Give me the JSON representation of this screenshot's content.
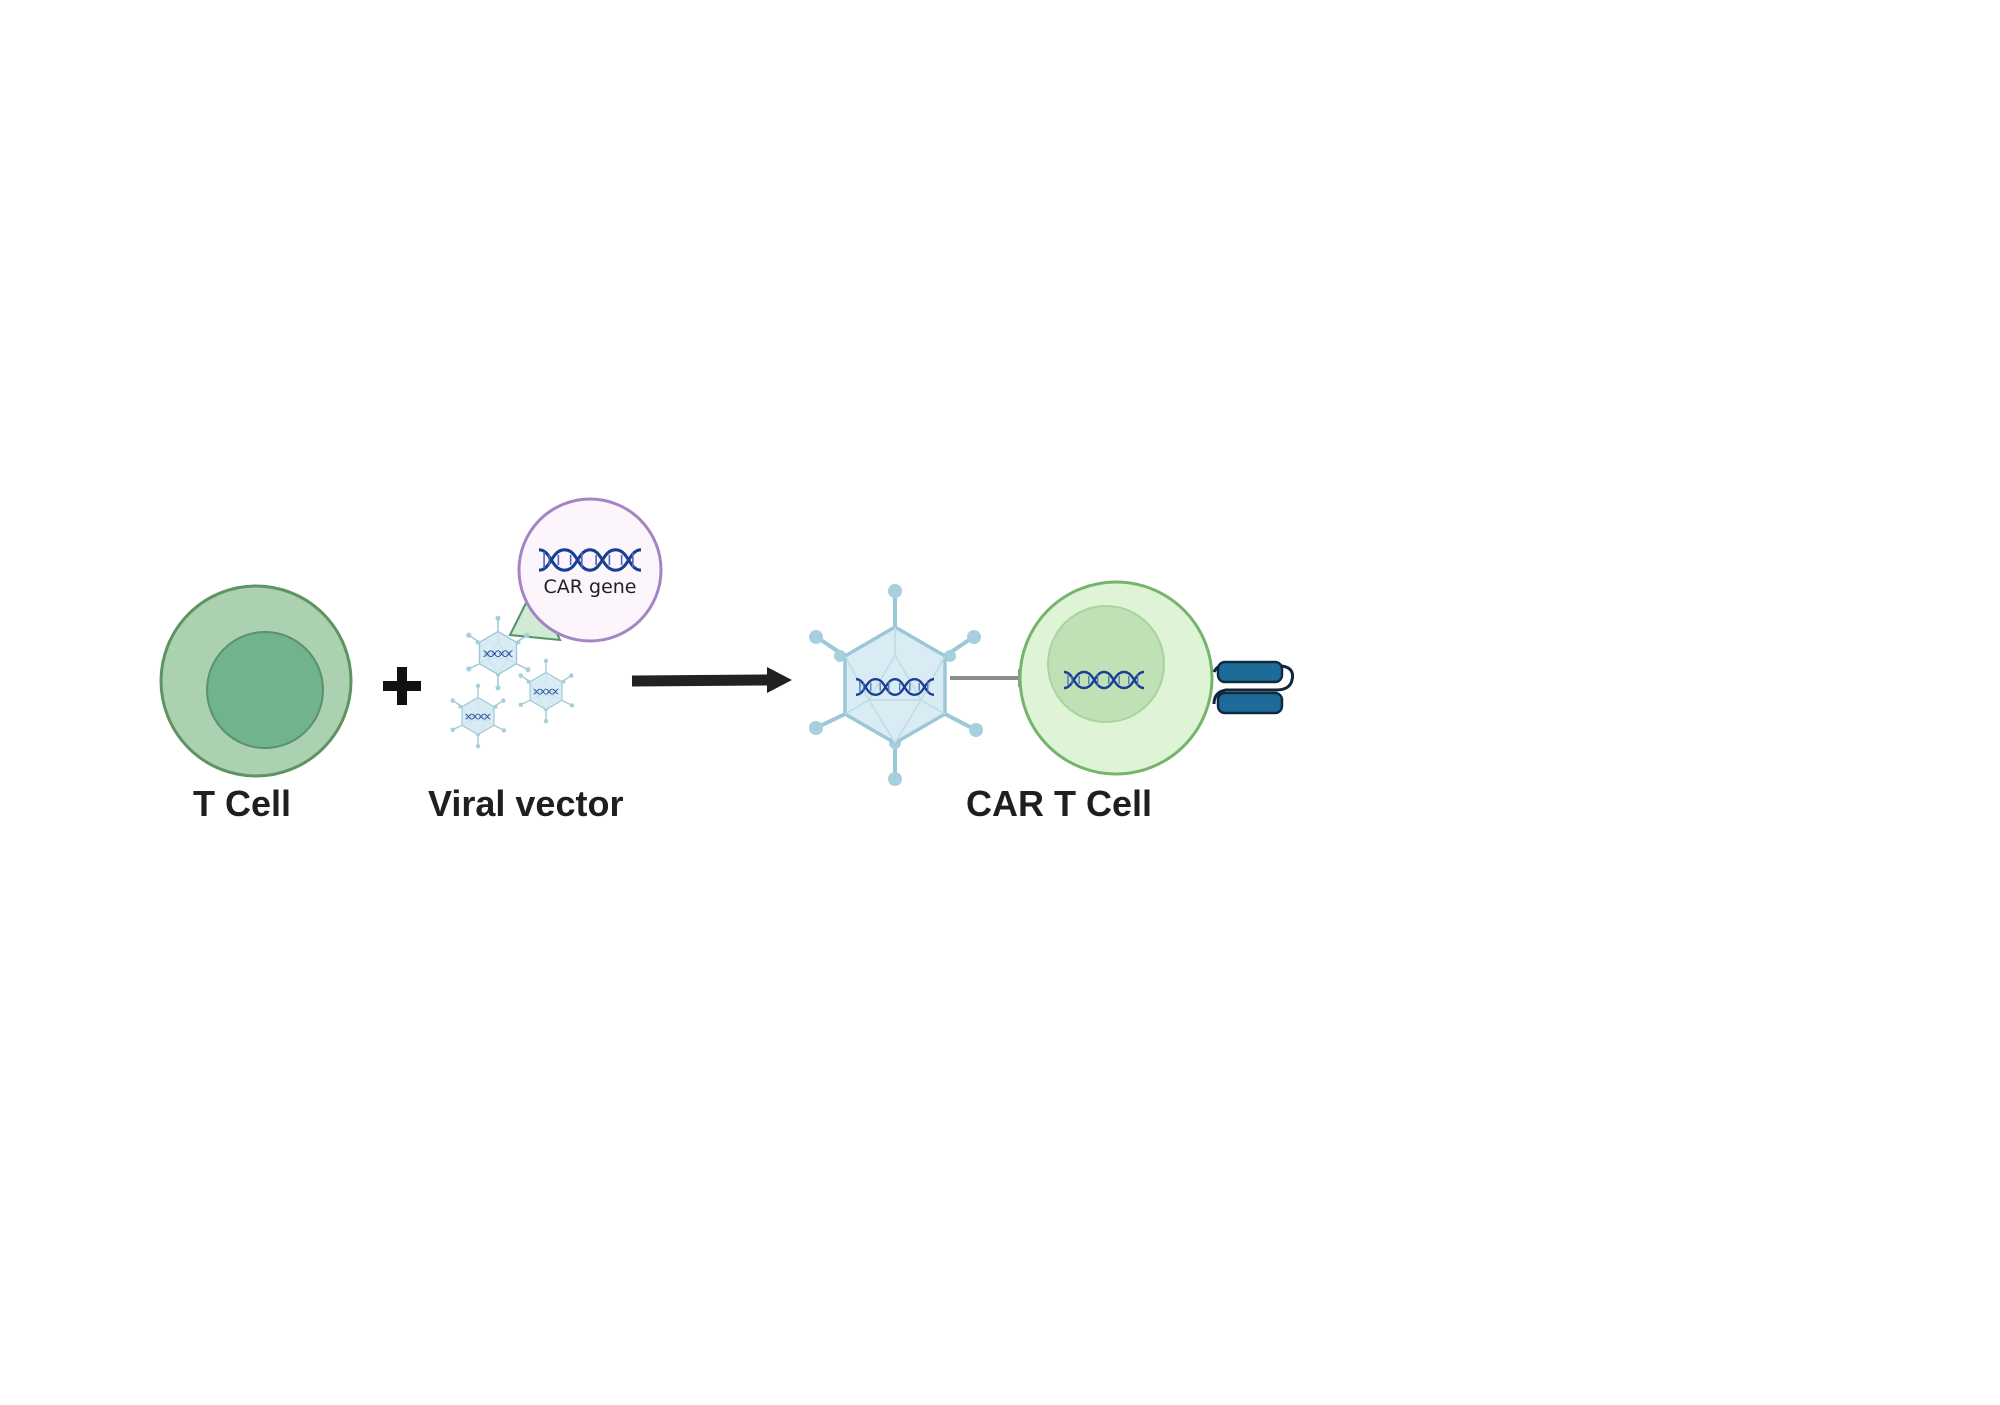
{
  "labels": {
    "t_cell": "T Cell",
    "viral_vector": "Viral vector",
    "car_t_cell": "CAR T Cell",
    "car_gene": "CAR gene"
  },
  "colors": {
    "t_cell_outer": "#abd1b1",
    "t_cell_inner": "#71b38b",
    "t_cell_stroke": "#5f9364",
    "virus_fill": "#d9ebf3",
    "virus_stroke": "#9bc7d6",
    "dna": "#1a3e92",
    "gene_bubble_fill": "#fcf6fc",
    "gene_bubble_stroke": "#a584c4",
    "car_t_outer": "#dff3d6",
    "car_t_inner": "#bfe1b5",
    "car_t_stroke": "#76b46c",
    "receptor": "#1e6b9a",
    "main_arrow": "#222222",
    "entry_arrow": "#8c8c8c"
  },
  "icons": [
    "t-cell-icon",
    "plus-icon",
    "viral-vector-icon",
    "dna-icon",
    "process-arrow-icon",
    "car-receptor-icon"
  ]
}
